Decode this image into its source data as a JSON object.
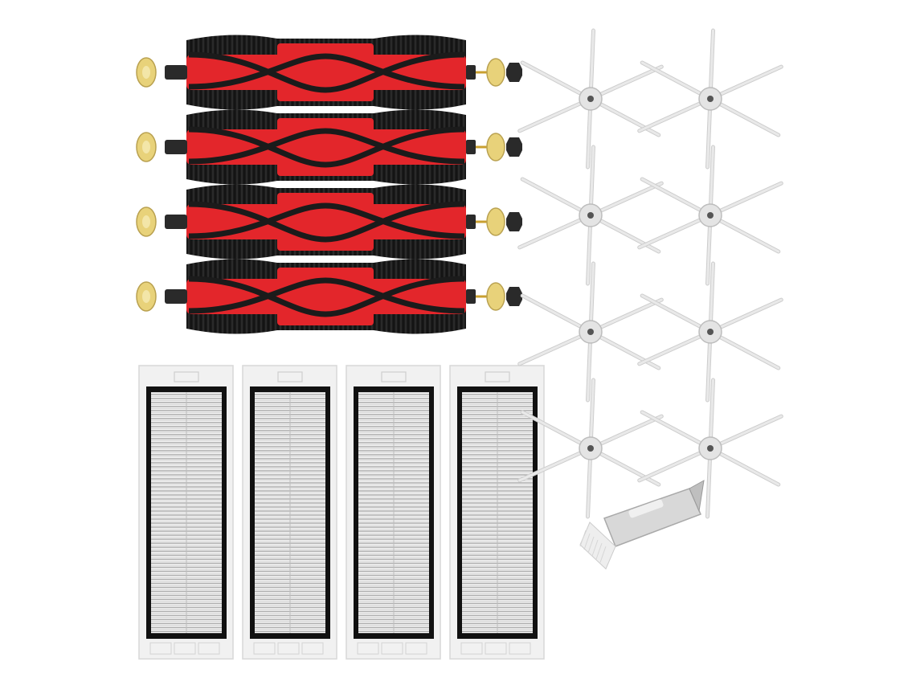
{
  "scene": {
    "background": "#ffffff",
    "subject": "robot-vacuum-replacement-parts-kit",
    "counts": {
      "main_brushes": 4,
      "hepa_filters": 4,
      "side_brushes": 8,
      "cleaning_tool": 1
    }
  },
  "colors": {
    "brush_red": "#e3262b",
    "brush_bristle": "#1b1b1b",
    "end_cap_yellow": "#e8d27a",
    "end_cap_black": "#2a2a2a",
    "filter_frame": "#f1f1f1",
    "filter_border": "#111111",
    "filter_mesh": "#bdbdbd",
    "side_brush_arm": "#e9e9e9",
    "tool_body": "#d8d8d8"
  }
}
